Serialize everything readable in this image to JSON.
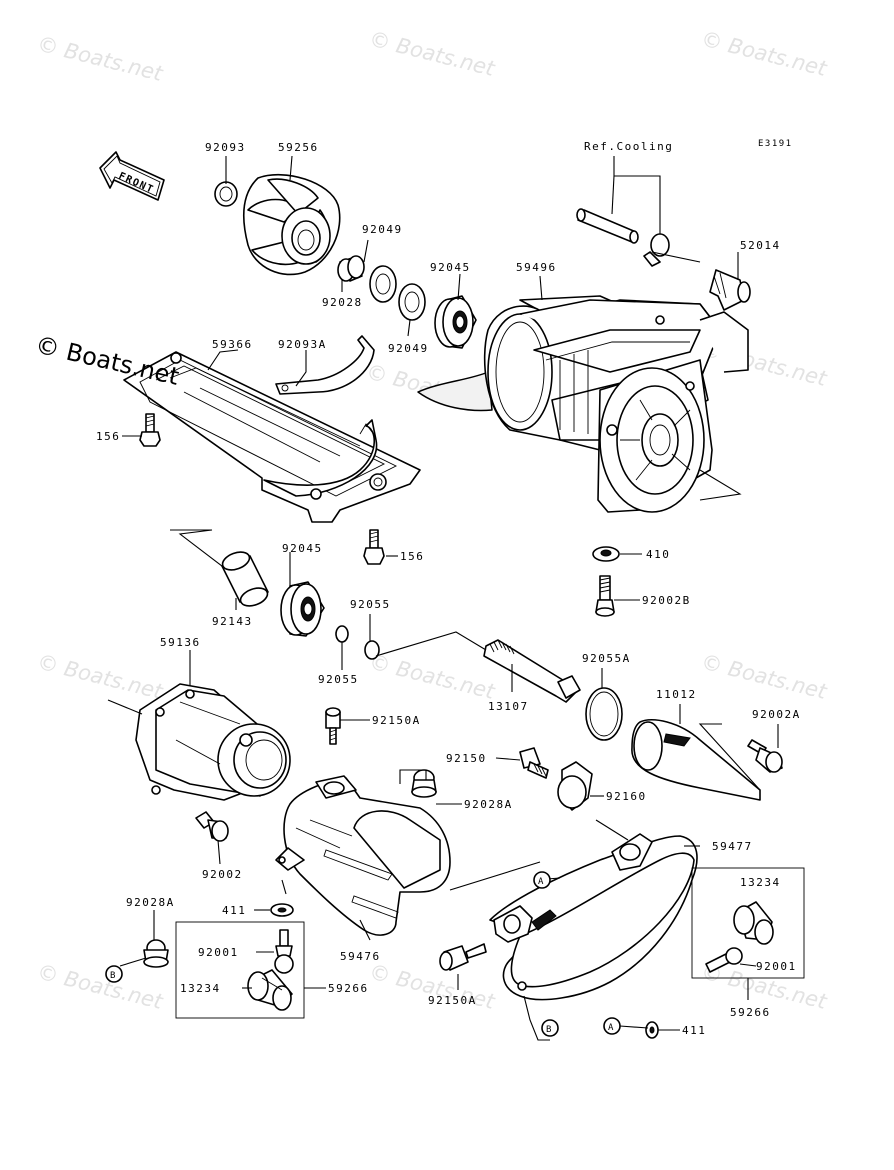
{
  "watermark": "© Boats.net",
  "watermark_main": "© Boats.net",
  "code": "E3191",
  "ref_cooling": "Ref.Cooling",
  "front_label": "FRONT",
  "parts": {
    "p92093": "92093",
    "p59256": "59256",
    "p92049a": "92049",
    "p92028": "92028",
    "p92045a": "92045",
    "p92049b": "92049",
    "p59496": "59496",
    "p52014": "52014",
    "p59366": "59366",
    "p92093A": "92093A",
    "p156a": "156",
    "p156b": "156",
    "p92045b": "92045",
    "p92143": "92143",
    "p410": "410",
    "p92002B": "92002B",
    "p92055a": "92055",
    "p92055b": "92055",
    "p59136": "59136",
    "p13107": "13107",
    "p92055A": "92055A",
    "p11012": "11012",
    "p92002A": "92002A",
    "p92150A_a": "92150A",
    "p92150": "92150",
    "p92028A_a": "92028A",
    "p92160": "92160",
    "p59477": "59477",
    "p92002": "92002",
    "p92028A_b": "92028A",
    "p411a": "411",
    "p92001a": "92001",
    "p13234a": "13234",
    "p59266a": "59266",
    "p59476": "59476",
    "p92150A_b": "92150A",
    "p13234b": "13234",
    "p92001b": "92001",
    "p59266b": "59266",
    "p411b": "411"
  },
  "callouts": {
    "A": "A",
    "B": "B"
  }
}
